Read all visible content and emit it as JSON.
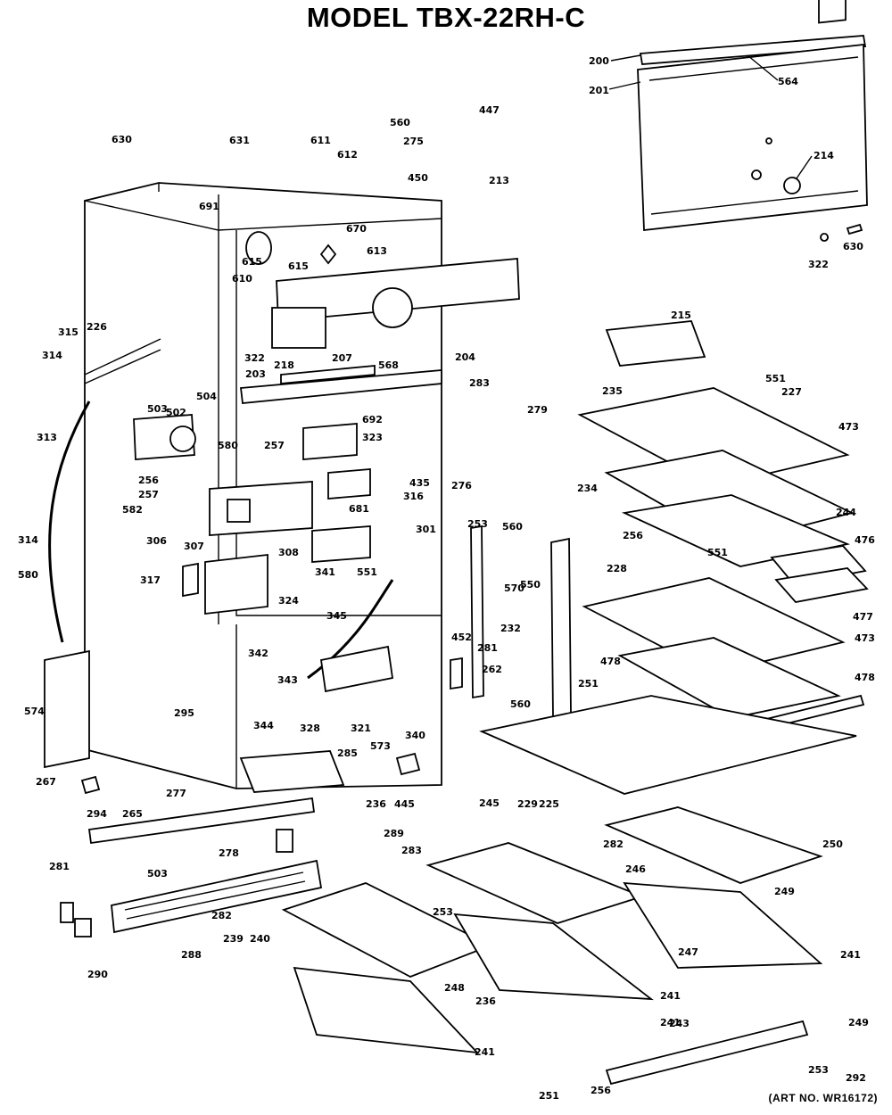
{
  "title": "MODEL TBX-22RH-C",
  "art_number": "(ART NO. WR16172)",
  "labels": [
    "200",
    "564",
    "201",
    "214",
    "630",
    "322",
    "447",
    "560",
    "275",
    "213",
    "450",
    "630",
    "631",
    "611",
    "612",
    "691",
    "670",
    "613",
    "615",
    "615",
    "610",
    "322",
    "207",
    "226",
    "315",
    "314",
    "313",
    "314",
    "580",
    "218",
    "203",
    "568",
    "204",
    "283",
    "692",
    "504",
    "502",
    "503",
    "580",
    "257",
    "323",
    "256",
    "257",
    "582",
    "681",
    "316",
    "435",
    "306",
    "308",
    "301",
    "307",
    "317",
    "324",
    "341",
    "551",
    "345",
    "342",
    "343",
    "295",
    "344",
    "328",
    "321",
    "573",
    "340",
    "285",
    "236",
    "445",
    "574",
    "267",
    "294",
    "265",
    "277",
    "278",
    "503",
    "288",
    "281",
    "290",
    "282",
    "289",
    "283",
    "245",
    "241",
    "250",
    "282",
    "246",
    "249",
    "247",
    "241",
    "253",
    "241",
    "243",
    "248",
    "236",
    "240",
    "239",
    "241",
    "251",
    "249",
    "292",
    "253",
    "256",
    "279",
    "276",
    "560",
    "253",
    "570",
    "550",
    "232",
    "452",
    "281",
    "262",
    "560",
    "251",
    "229",
    "225",
    "215",
    "235",
    "551",
    "227",
    "473",
    "234",
    "256",
    "244",
    "476",
    "551",
    "477",
    "228",
    "473",
    "478",
    "478"
  ]
}
